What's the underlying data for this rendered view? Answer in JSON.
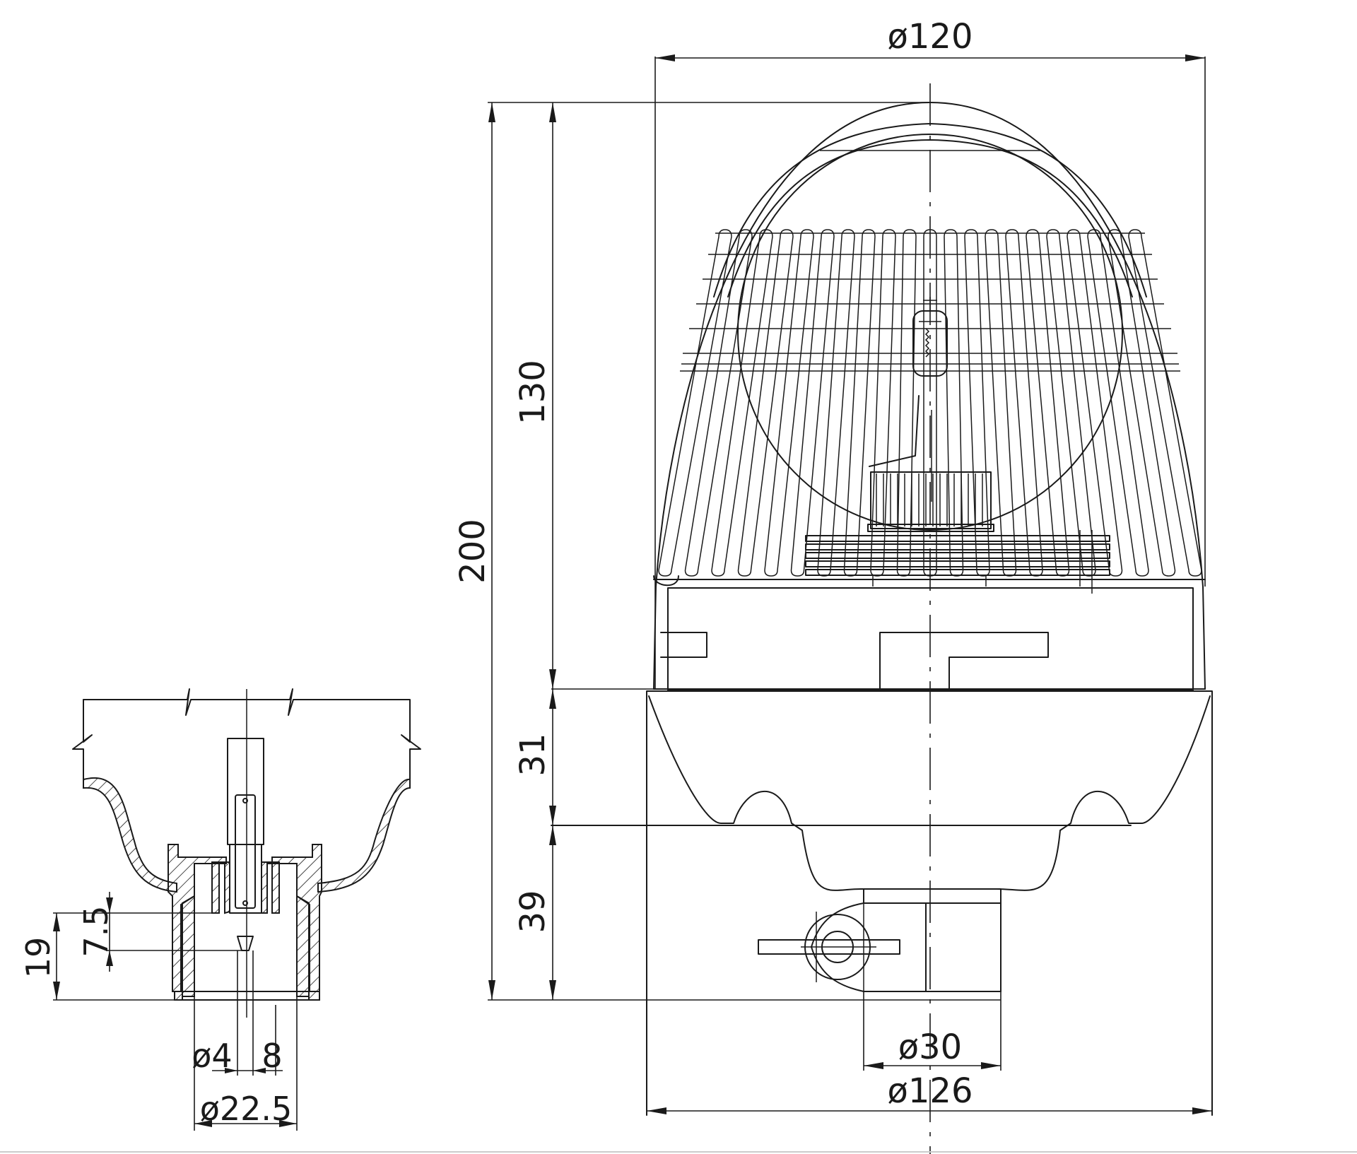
{
  "drawing": {
    "main_view": {
      "dimensions": {
        "top_diameter": "ø120",
        "total_height": "200",
        "dome_height": "130",
        "base_height": "31",
        "mount_height": "39",
        "pipe_diameter": "ø30",
        "base_diameter": "ø126"
      }
    },
    "section_view": {
      "dimensions": {
        "overall_height": "19",
        "insert_depth": "7.5",
        "pin_diameter": "ø4",
        "pin_offset": "8",
        "socket_diameter": "ø22.5"
      }
    }
  }
}
